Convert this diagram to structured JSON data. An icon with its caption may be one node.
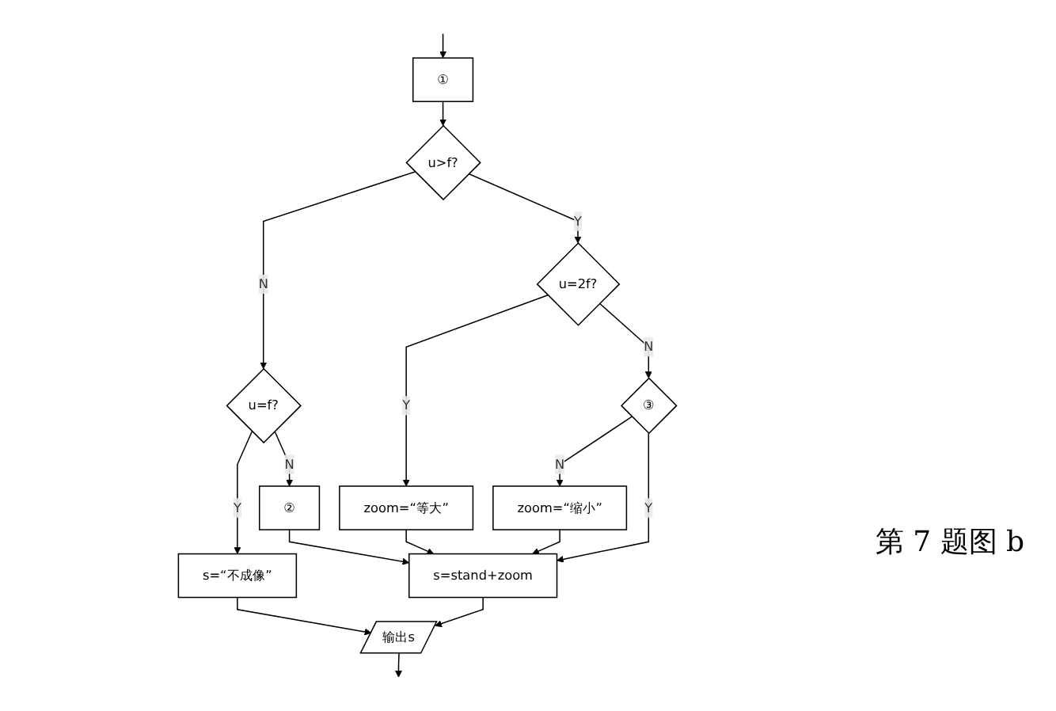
{
  "diagram": {
    "caption": "第 7 题图 b",
    "nodes": [
      {
        "text": [
          "①"
        ]
      },
      {
        "text": [
          "u>f?"
        ]
      },
      {
        "text": [
          "u=f?"
        ]
      },
      {
        "text": [
          "u=2f?"
        ]
      },
      {
        "text": [
          "s=“不成像”"
        ]
      },
      {
        "text": [
          "②"
        ]
      },
      {
        "text": [
          "zoom=“等大”"
        ]
      },
      {
        "text": [
          "③"
        ]
      },
      {
        "text": [
          "zoom=“缩小”"
        ]
      },
      {
        "text": [
          "s=stand+zoom"
        ]
      },
      {
        "text": [
          "输出s"
        ]
      }
    ],
    "edges": [
      {
        "from": null,
        "to": 0,
        "arrow": "to"
      },
      {
        "from": 0,
        "to": 1,
        "arrow": "to"
      },
      {
        "from": 1,
        "to": 2,
        "arrow": "to",
        "label": "N"
      },
      {
        "from": 1,
        "to": 3,
        "arrow": "to",
        "label": "Y"
      },
      {
        "from": 2,
        "to": 4,
        "arrow": "to",
        "label": "Y"
      },
      {
        "from": 2,
        "to": 5,
        "arrow": "to",
        "label": "N"
      },
      {
        "from": 3,
        "to": 6,
        "arrow": "to",
        "label": "Y"
      },
      {
        "from": 3,
        "to": 7,
        "arrow": "to",
        "label": "N"
      },
      {
        "from": 7,
        "to": 8,
        "arrow": "to",
        "label": "N"
      },
      {
        "from": 7,
        "to": 9,
        "arrow": "to",
        "label": "Y"
      },
      {
        "from": 5,
        "to": 9,
        "arrow": "to"
      },
      {
        "from": 6,
        "to": 9,
        "arrow": "to"
      },
      {
        "from": 8,
        "to": 9,
        "arrow": "to"
      },
      {
        "from": 9,
        "to": 10,
        "arrow": "to"
      },
      {
        "from": 4,
        "to": 10,
        "arrow": "to"
      },
      {
        "from": 10,
        "to": null,
        "arrow": "to"
      }
    ]
  }
}
